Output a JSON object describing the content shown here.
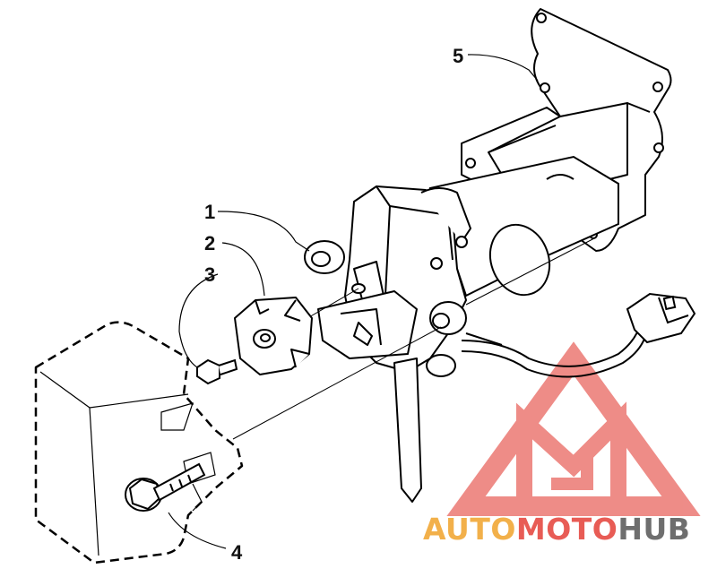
{
  "callouts": {
    "c1": "1",
    "c2": "2",
    "c3": "3",
    "c4": "4",
    "c5": "5"
  },
  "watermark": {
    "part1": "AUTO",
    "part2": "MOTO",
    "part3": "HUB",
    "color_orange": "#f2b04a",
    "color_red": "#e85c55",
    "color_gray": "#6e6e6e"
  },
  "line_color": "#000000"
}
